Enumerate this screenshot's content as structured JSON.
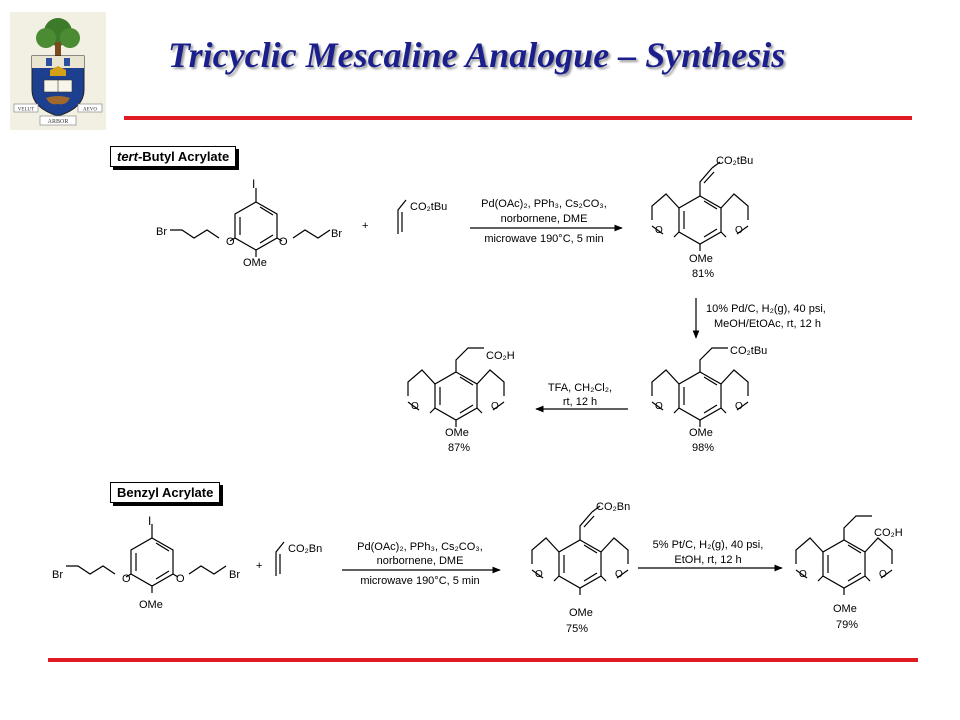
{
  "title": "Tricyclic Mescaline Analogue – Synthesis",
  "crest": {
    "motto_left": "VELUT",
    "motto_right": "AEVO",
    "motto_bottom": "ARBOR"
  },
  "colors": {
    "title": "#1b1f8c",
    "rule": "#e11b22"
  },
  "section1": {
    "label_prefix": "tert",
    "label_rest": "-Butyl Acrylate",
    "reagent": "CO₂tBu",
    "cond1a": "Pd(OAc)₂, PPh₃, Cs₂CO₃,",
    "cond1b": "norbornene, DME",
    "cond1c": "microwave 190°C, 5 min",
    "product1_sub": "CO₂tBu",
    "product1_yield": "81%",
    "cond2a": "10% Pd/C, H₂(g), 40 psi,",
    "cond2b": "MeOH/EtOAc, rt, 12 h",
    "product2_sub": "CO₂tBu",
    "product2_yield": "98%",
    "cond3a": "TFA, CH₂Cl₂,",
    "cond3b": "rt, 12 h",
    "product3_sub": "CO₂H",
    "product3_yield": "87%"
  },
  "section2": {
    "label": "Benzyl Acrylate",
    "reagent": "CO₂Bn",
    "cond1a": "Pd(OAc)₂, PPh₃, Cs₂CO₃,",
    "cond1b": "norbornene, DME",
    "cond1c": "microwave 190°C, 5 min",
    "product1_sub": "CO₂Bn",
    "product1_yield": "75%",
    "cond2a": "5% Pt/C, H₂(g), 40 psi,",
    "cond2b": "EtOH, rt, 12 h",
    "product2_sub": "CO₂H",
    "product2_yield": "79%"
  },
  "atoms": {
    "iodine": "I",
    "bromine": "Br",
    "oxygen": "O",
    "methoxy": "OMe",
    "plus": "+"
  }
}
